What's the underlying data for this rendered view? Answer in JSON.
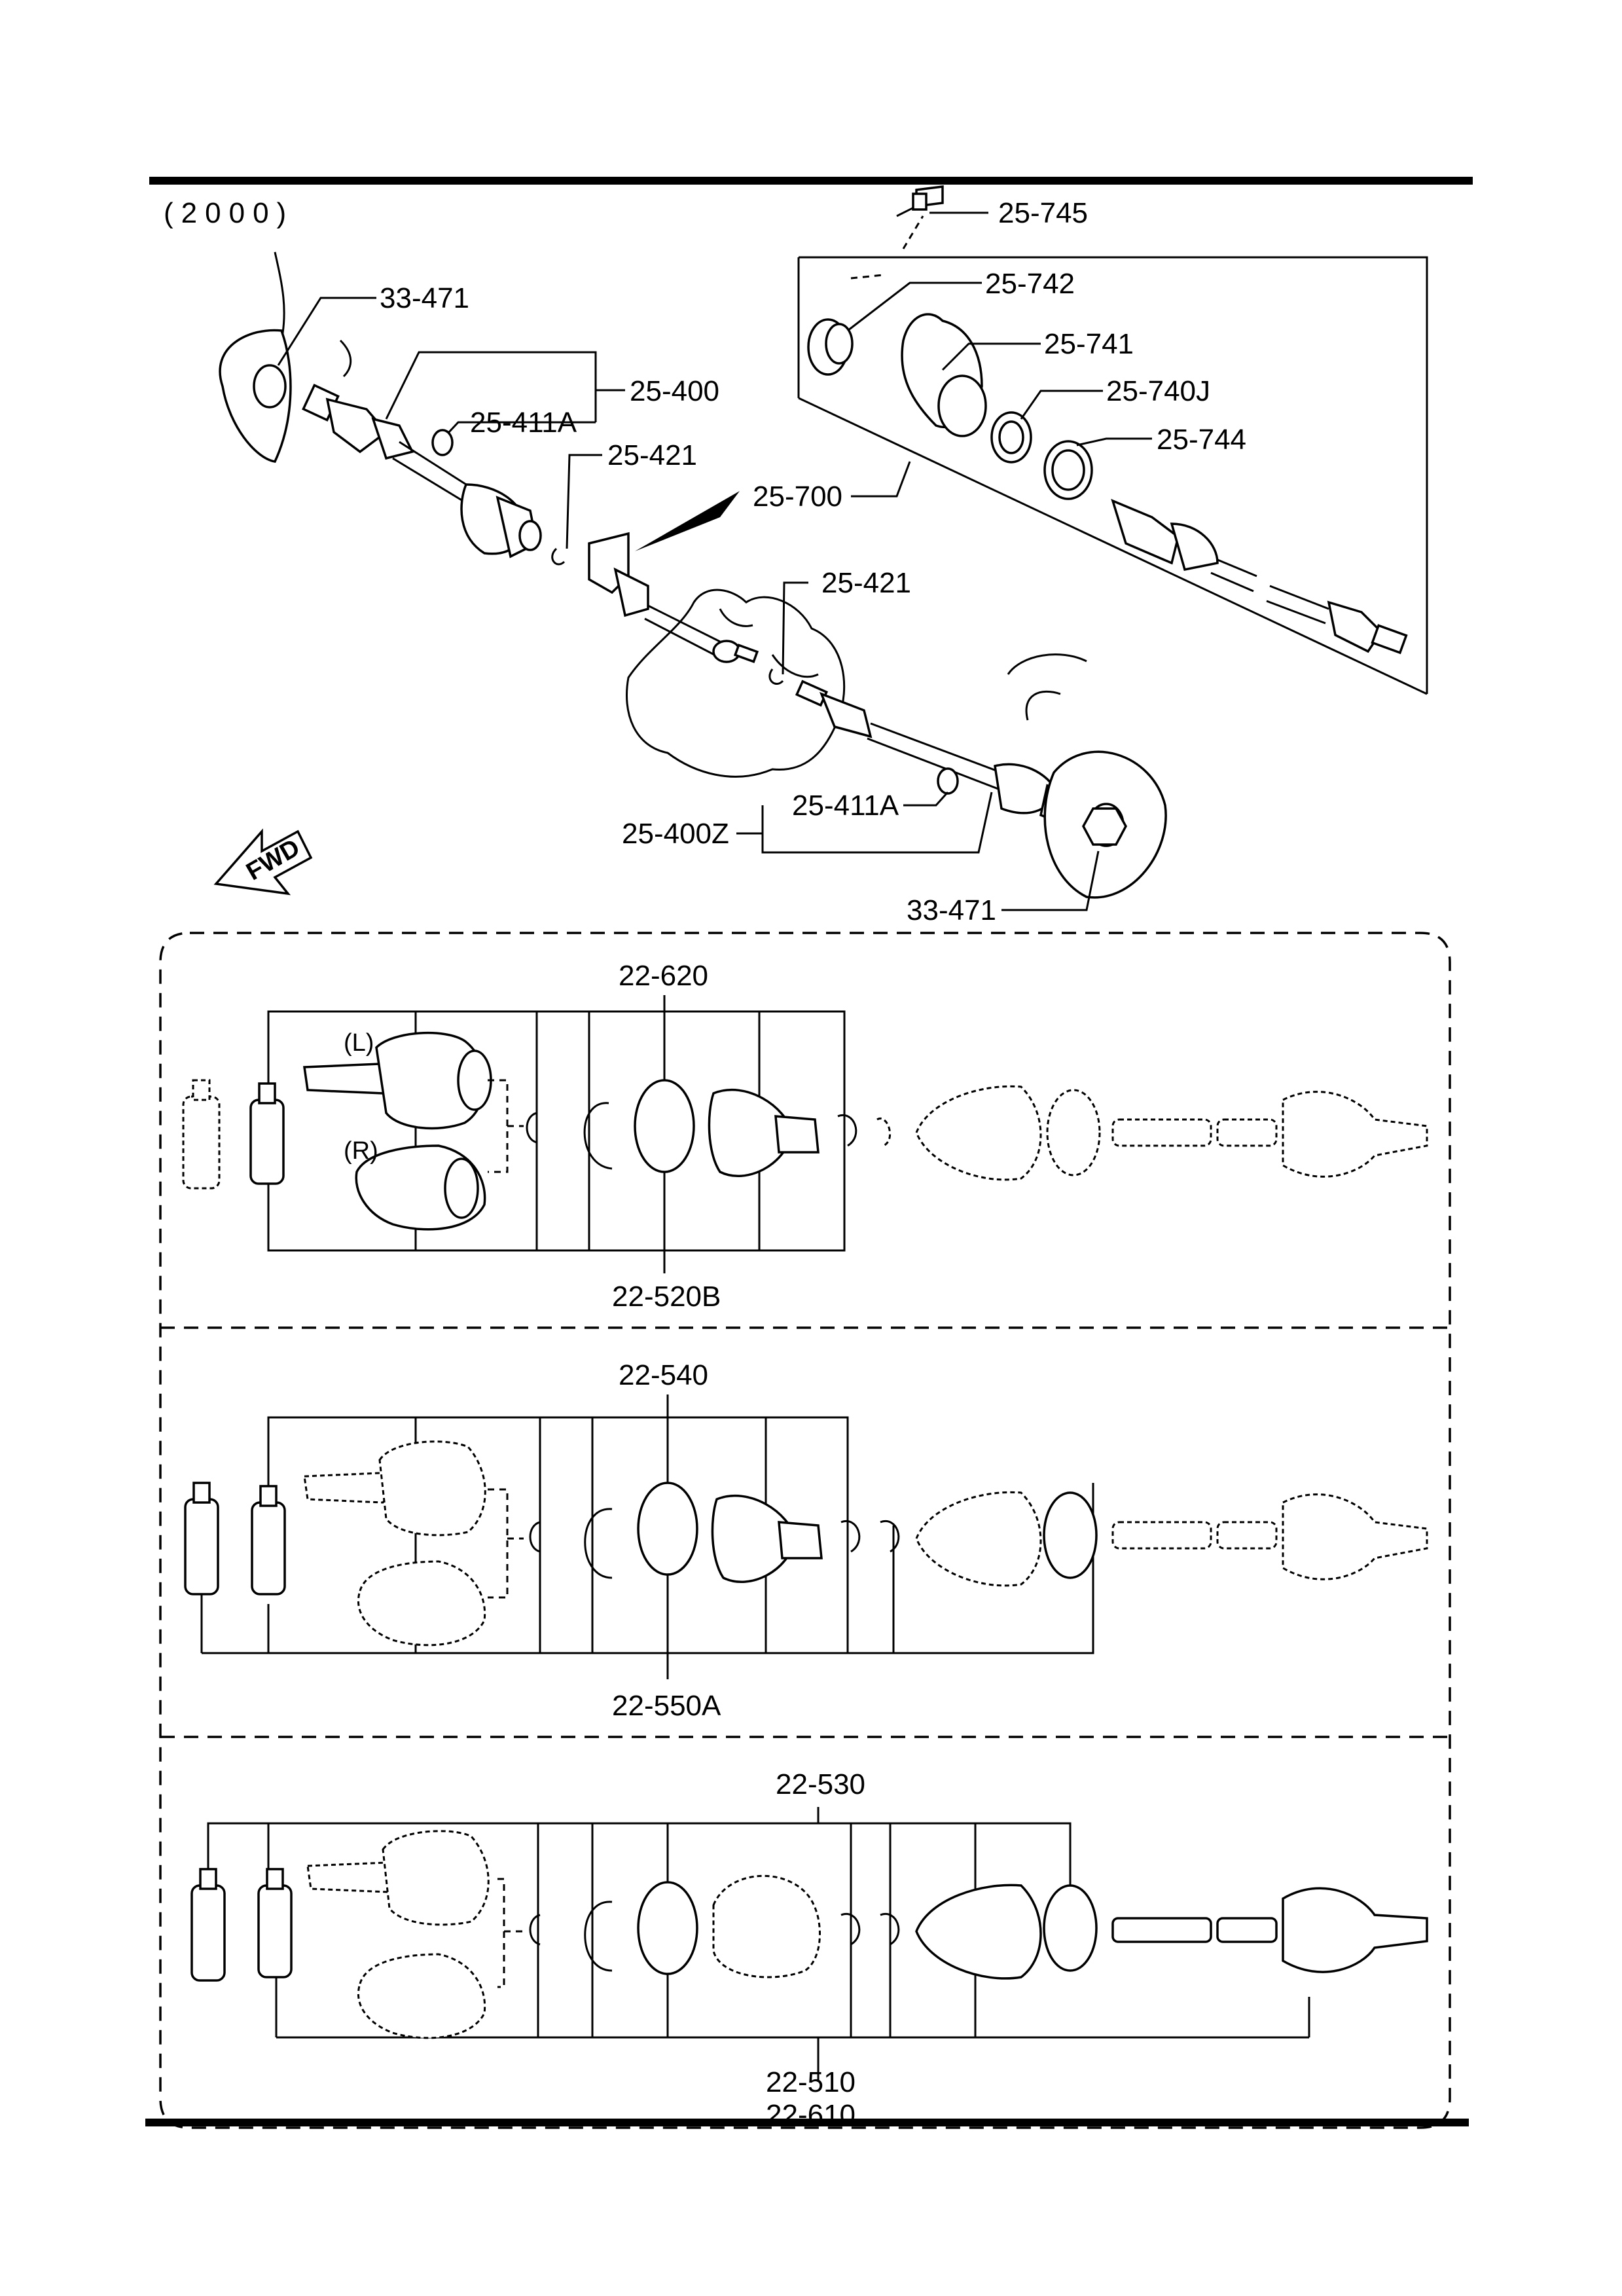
{
  "diagram": {
    "year_code": "(2000)",
    "fwd_label": "FWD",
    "upper_callouts": {
      "hub_nut_left": "33-471",
      "shaft_assembly_left": "25-400",
      "dust_seal_left": "25-411A",
      "clip_left": "25-421",
      "clip_right": "25-421",
      "joint_shaft_set": "25-700",
      "bolt": "25-745",
      "oil_seal": "25-742",
      "bracket": "25-741",
      "bearing": "25-740J",
      "seal_ring": "25-744",
      "dust_seal_right": "25-411A",
      "shaft_assembly_right": "25-400Z",
      "hub_nut_right": "33-471"
    },
    "panel_1": {
      "top_label": "22-620",
      "bottom_label": "22-520B",
      "side_left": "(L)",
      "side_right": "(R)"
    },
    "panel_2": {
      "top_label": "22-540",
      "bottom_label": "22-550A"
    },
    "panel_3": {
      "top_label": "22-530",
      "bottom_label_1": "22-510",
      "bottom_label_2": "22-610"
    }
  },
  "colors": {
    "ink": "#000000",
    "paper": "#ffffff"
  }
}
